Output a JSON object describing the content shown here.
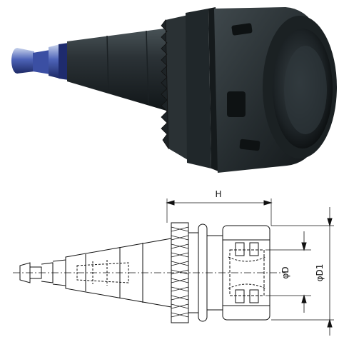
{
  "drawing": {
    "dimensions": {
      "overall_length": "H",
      "bore_diameter": "φD",
      "outer_diameter": "φD1"
    }
  }
}
